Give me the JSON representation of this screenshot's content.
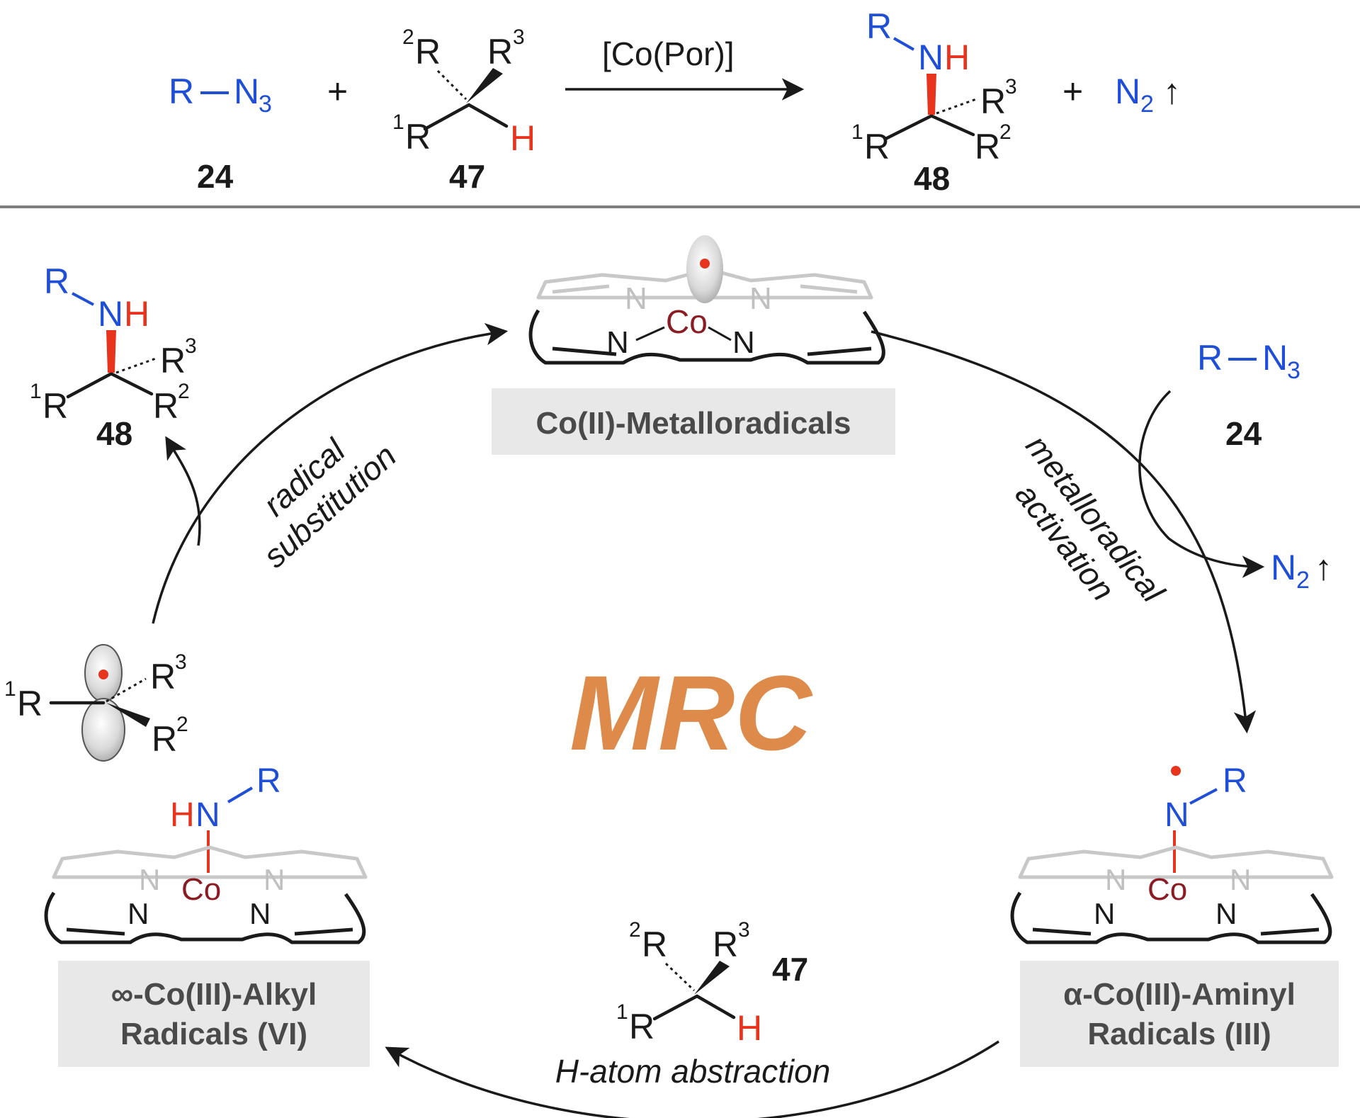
{
  "reaction": {
    "azide": {
      "R": "R",
      "N": "N",
      "sub": "3"
    },
    "plus1": "+",
    "substrate": {
      "R2": "R",
      "R2sup": "2",
      "R3": "R",
      "R3sup": "3",
      "R1": "R",
      "R1sup": "1",
      "H": "H"
    },
    "condition": "[Co(Por)]",
    "product": {
      "R": "R",
      "N": "N",
      "H": "H",
      "R3": "R",
      "R3sup": "3",
      "R1": "R",
      "R1sup": "1",
      "R2": "R",
      "R2sup": "2"
    },
    "plus2": "+",
    "byproduct": {
      "N": "N",
      "sub": "2",
      "arrow": "↑"
    },
    "labels": {
      "azide": "24",
      "substrate": "47",
      "product": "48"
    }
  },
  "cycle": {
    "center_label": "MRC",
    "top_label": "Co(II)-Metalloradicals",
    "right_label_line1": "α-Co(III)-Aminyl",
    "right_label_line2": "Radicals (III)",
    "left_label_line1": "∞-Co(III)-Alkyl",
    "left_label_line2": "Radicals (VI)",
    "step_right_line1": "metalloradical",
    "step_right_line2": "activation",
    "step_left_line1": "radical",
    "step_left_line2": "substitution",
    "step_bottom": "H-atom abstraction",
    "co": "Co",
    "n": "N",
    "nh_H": "H",
    "nh_N": "N",
    "nh_R": "R",
    "aminyl_N": "N",
    "aminyl_R": "R",
    "azide_in": {
      "R": "R",
      "N": "N",
      "sub": "3",
      "num": "24"
    },
    "n2_out": {
      "N": "N",
      "sub": "2",
      "arrow": "↑"
    },
    "substrate_in": {
      "R2": "R",
      "R2sup": "2",
      "R3": "R",
      "R3sup": "3",
      "R1": "R",
      "R1sup": "1",
      "H": "H",
      "num": "47"
    },
    "product_out": {
      "R": "R",
      "N": "N",
      "H": "H",
      "R3": "R",
      "R3sup": "3",
      "R1": "R",
      "R1sup": "1",
      "R2": "R",
      "R2sup": "2",
      "num": "48"
    },
    "radical_int": {
      "R1": "R",
      "R1sup": "1",
      "R3": "R",
      "R3sup": "3",
      "R2": "R",
      "R2sup": "2"
    }
  }
}
